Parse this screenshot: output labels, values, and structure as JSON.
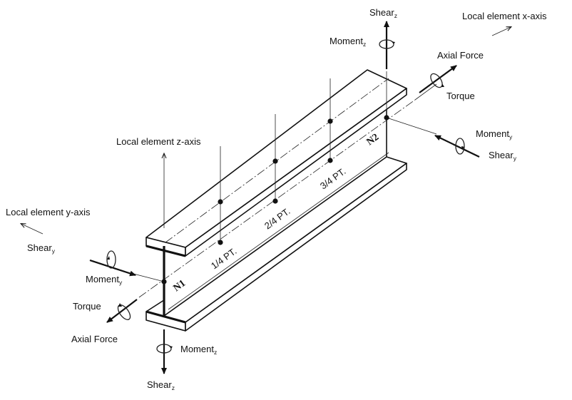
{
  "labels": {
    "shear_z_top": "Shear",
    "shear_z_top_sub": "z",
    "moment_z_top": "Moment",
    "moment_z_top_sub": "z",
    "local_x_axis": "Local element x-axis",
    "axial_force_right": "Axial Force",
    "torque_right": "Torque",
    "moment_y_right": "Moment",
    "moment_y_right_sub": "y",
    "shear_y_right": "Shear",
    "shear_y_right_sub": "y",
    "local_z_axis": "Local element z-axis",
    "local_y_axis": "Local element y-axis",
    "shear_y_left": "Shear",
    "shear_y_left_sub": "y",
    "moment_y_left": "Moment",
    "moment_y_left_sub": "y",
    "torque_left": "Torque",
    "axial_force_left": "Axial Force",
    "moment_z_bottom": "Moment",
    "moment_z_bottom_sub": "z",
    "shear_z_bottom": "Shear",
    "shear_z_bottom_sub": "z",
    "node_1": "N1",
    "node_2": "N2",
    "quarter_point": "1/4 PT.",
    "half_point": "2/4 PT.",
    "three_quarter_point": "3/4 PT."
  },
  "icons": {
    "force_arrow": "arrow-icon",
    "moment_rotation": "rotation-arrow-icon"
  }
}
